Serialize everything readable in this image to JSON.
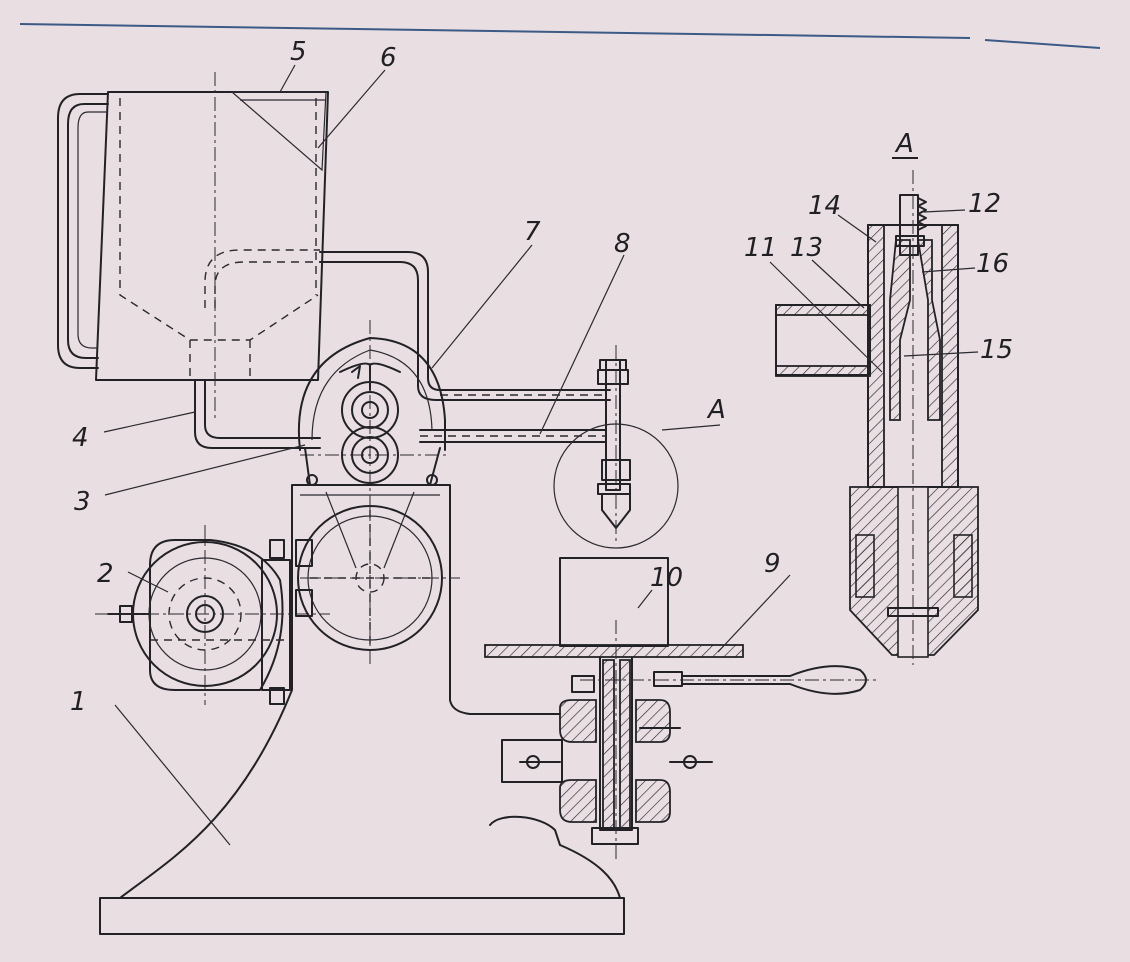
{
  "labels": {
    "n1": "1",
    "n2": "2",
    "n3": "3",
    "n4": "4",
    "n5": "5",
    "n6": "6",
    "n7": "7",
    "n8": "8",
    "n9": "9",
    "n10": "10",
    "n11": "11",
    "n12": "12",
    "n13": "13",
    "n14": "14",
    "n15": "15",
    "n16": "16",
    "detail_marker": "A",
    "section_title": "A"
  },
  "colors": {
    "paper": "#e9dee1",
    "ink": "#222226",
    "top_rule": "#3c5a86"
  }
}
